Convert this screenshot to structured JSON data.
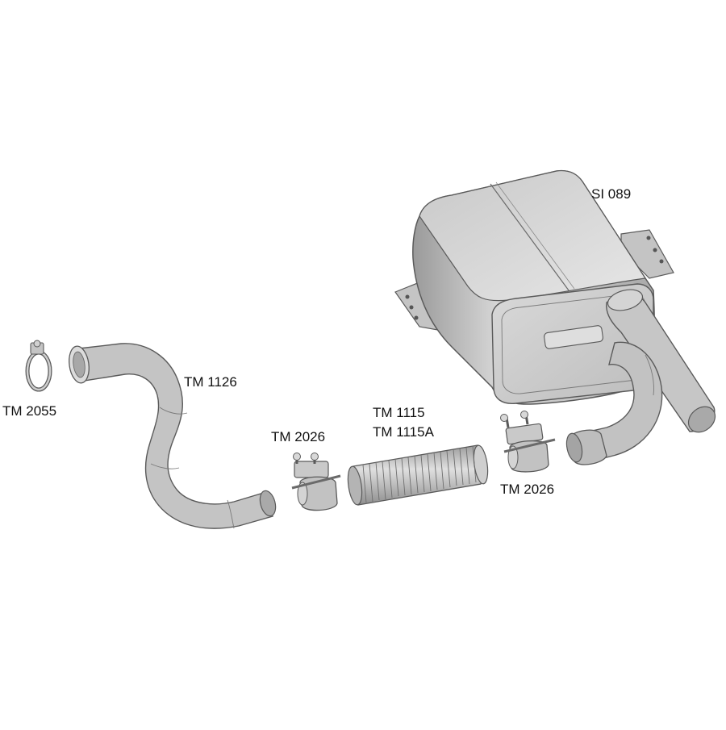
{
  "labels": {
    "muffler": "SI 089",
    "tailpipe": "TM 1126",
    "clamp_small": "TM 2055",
    "clamp_left": "TM 2026",
    "clamp_right": "TM 2026",
    "flex_pipe_1": "TM 1115",
    "flex_pipe_2": "TM 1115A"
  },
  "colors": {
    "metal_light": "#e4e4e4",
    "metal_mid": "#b9b9b9",
    "metal_dark": "#8a8a8a",
    "outline": "#5a5a5a",
    "label_text": "#111111"
  }
}
